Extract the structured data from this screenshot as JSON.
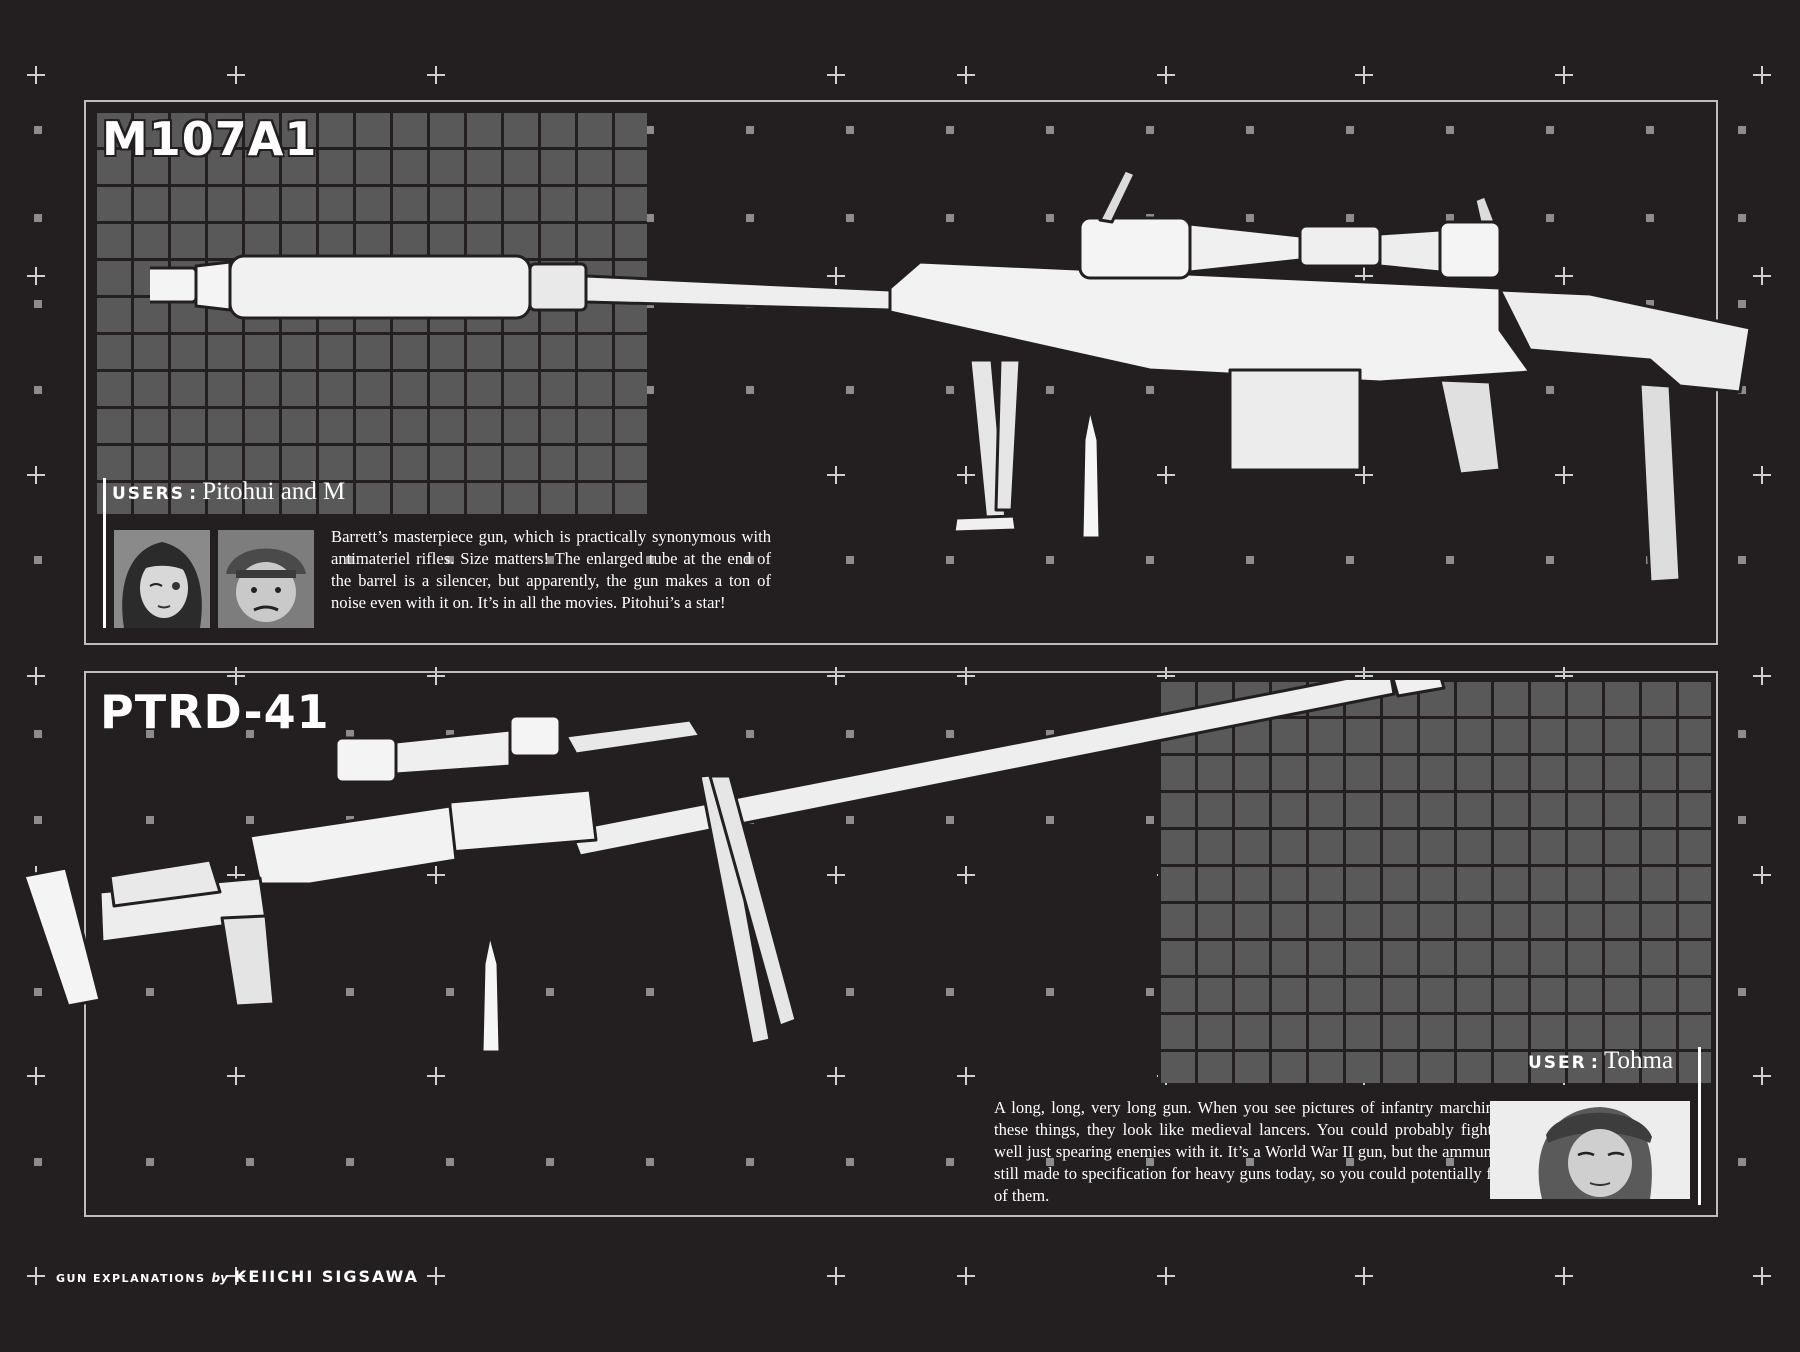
{
  "m107": {
    "title": "M107A1",
    "users_label": "USERS",
    "users_colon": ":",
    "users_names": "Pitohui and M",
    "description": "Barrett’s masterpiece gun, which is practically synonymous with antimateriel rifles. Size matters! The enlarged tube at the end of the barrel is a silencer, but apparently, the gun makes a ton of noise even with it on. It’s in all the movies. Pitohui’s a star!"
  },
  "ptrd": {
    "title": "PTRD-41",
    "users_label": "USER",
    "users_colon": ":",
    "users_names": "Tohma",
    "description": "A long, long, very long gun. When you see pictures of infantry marching with these things, they look like medieval lancers. You could probably fight pretty well just spearing enemies with it. It’s a World War II gun, but the ammunition is still made to specification for heavy guns today, so you could potentially fire one of them."
  },
  "credit": {
    "prefix": "GUN EXPLANATIONS",
    "by": "by",
    "author": "KEIICHI SIGSAWA"
  },
  "colors": {
    "background": "#231f20",
    "grid": "#595959",
    "border": "#bdbdbd",
    "ink": "#ffffff"
  }
}
